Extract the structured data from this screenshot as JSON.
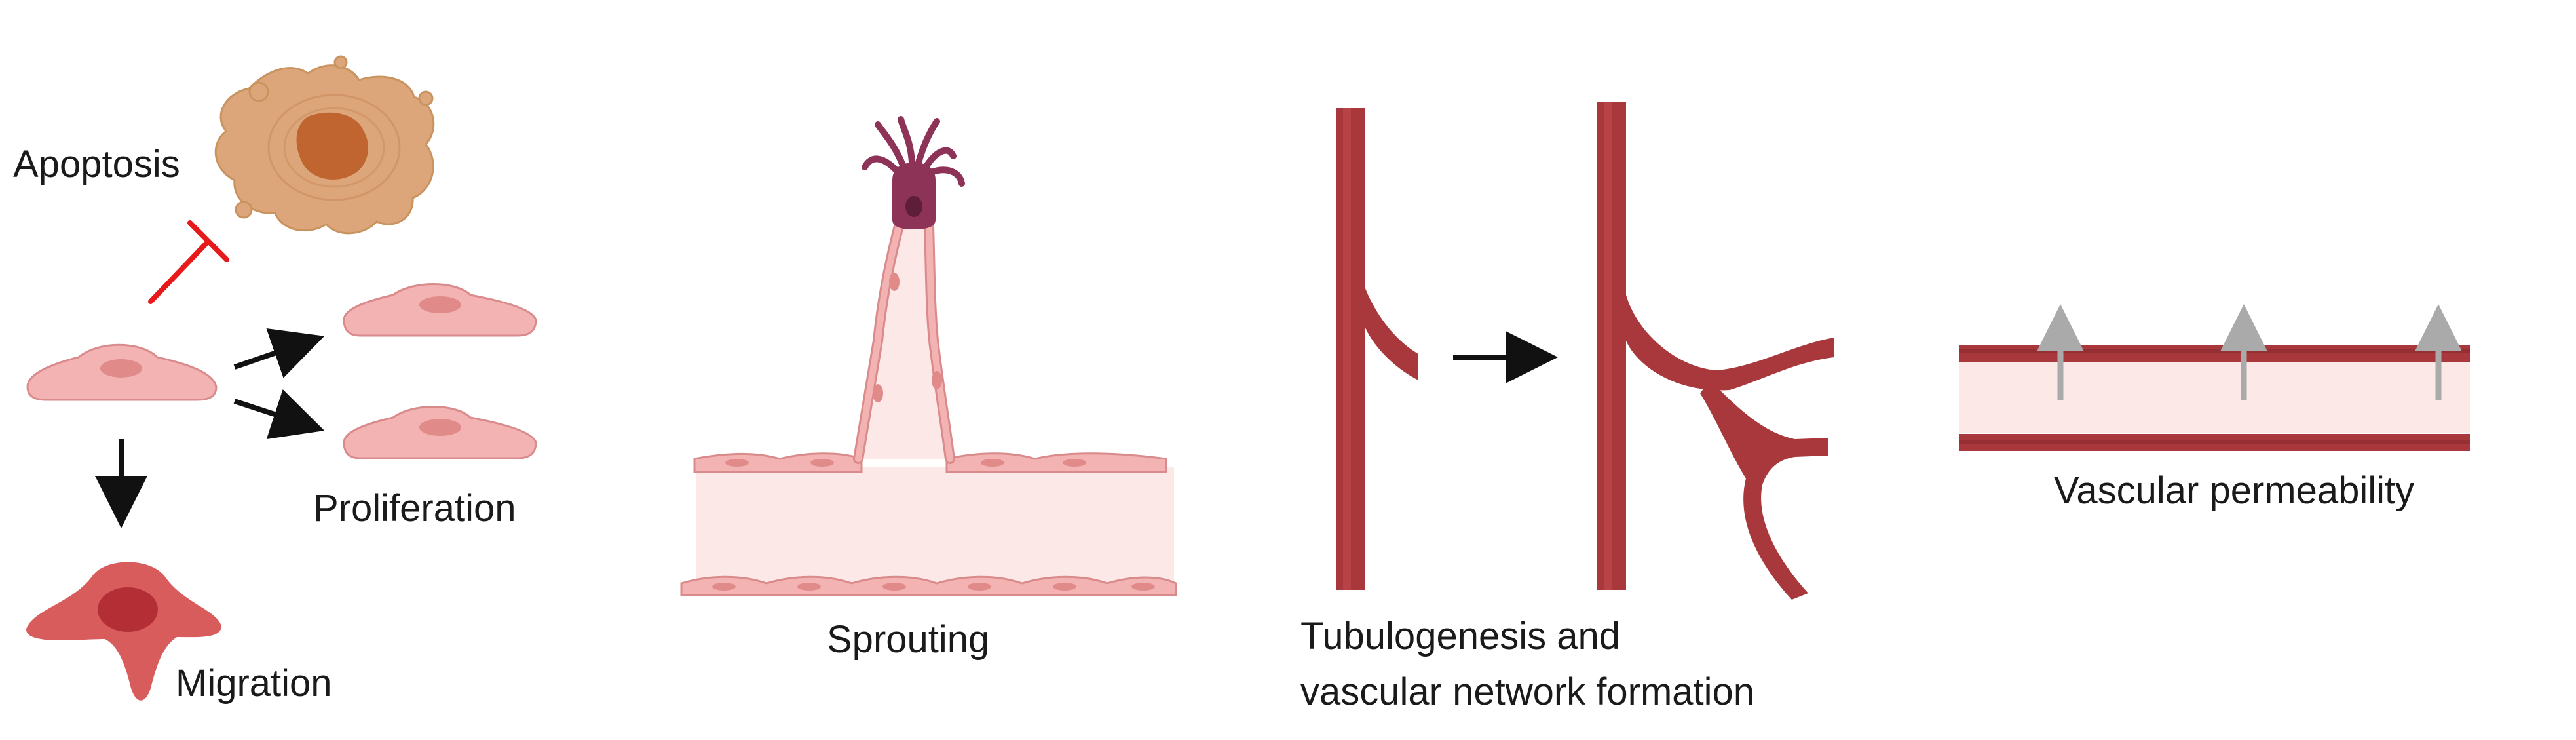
{
  "labels": {
    "apoptosis": "Apoptosis",
    "proliferation": "Proliferation",
    "migration": "Migration",
    "sprouting": "Sprouting",
    "tubulogenesis_line1": "Tubulogenesis and",
    "tubulogenesis_line2": "vascular network formation",
    "permeability": "Vascular permeability"
  },
  "colors": {
    "inhibition": "#e8191b",
    "arrow": "#111111",
    "cell_fill": "#f4b3b3",
    "cell_stroke": "#d98a8a",
    "nucleus": "#e08a8a",
    "migrating_cell": "#d95c5c",
    "migrating_nucleus": "#b32f35",
    "apoptotic_cell": "#dca67a",
    "apoptotic_nucleus": "#c0652f",
    "tip_cell": "#8e3358",
    "vessel": "#a8383b",
    "vessel_dark": "#8e2c30",
    "vessel_lumen": "#fde8e8",
    "permeability_arrow": "#aaaaaa"
  }
}
